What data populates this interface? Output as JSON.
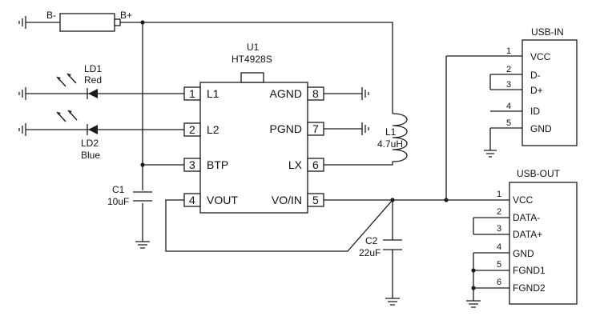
{
  "battery": {
    "neg_label": "B-",
    "pos_label": "B+"
  },
  "ic": {
    "ref": "U1",
    "part": "HT4928S",
    "left_pins": [
      {
        "num": "1",
        "name": "L1"
      },
      {
        "num": "2",
        "name": "L2"
      },
      {
        "num": "3",
        "name": "BTP"
      },
      {
        "num": "4",
        "name": "VOUT"
      }
    ],
    "right_pins": [
      {
        "num": "8",
        "name": "AGND"
      },
      {
        "num": "7",
        "name": "PGND"
      },
      {
        "num": "6",
        "name": "LX"
      },
      {
        "num": "5",
        "name": "VO/IN"
      }
    ]
  },
  "leds": [
    {
      "ref": "LD1",
      "color": "Red"
    },
    {
      "ref": "LD2",
      "color": "Blue"
    }
  ],
  "inductor": {
    "ref": "L1",
    "value": "4.7uH"
  },
  "capacitors": [
    {
      "ref": "C1",
      "value": "10uF"
    },
    {
      "ref": "C2",
      "value": "22uF"
    }
  ],
  "usb_in": {
    "title": "USB-IN",
    "pins": [
      {
        "num": "1",
        "name": "VCC"
      },
      {
        "num": "2",
        "name": "D-"
      },
      {
        "num": "3",
        "name": "D+"
      },
      {
        "num": "4",
        "name": "ID"
      },
      {
        "num": "5",
        "name": "GND"
      }
    ]
  },
  "usb_out": {
    "title": "USB-OUT",
    "pins": [
      {
        "num": "1",
        "name": "VCC"
      },
      {
        "num": "2",
        "name": "DATA-"
      },
      {
        "num": "3",
        "name": "DATA+"
      },
      {
        "num": "4",
        "name": "GND"
      },
      {
        "num": "5",
        "name": "FGND1"
      },
      {
        "num": "6",
        "name": "FGND2"
      }
    ]
  }
}
